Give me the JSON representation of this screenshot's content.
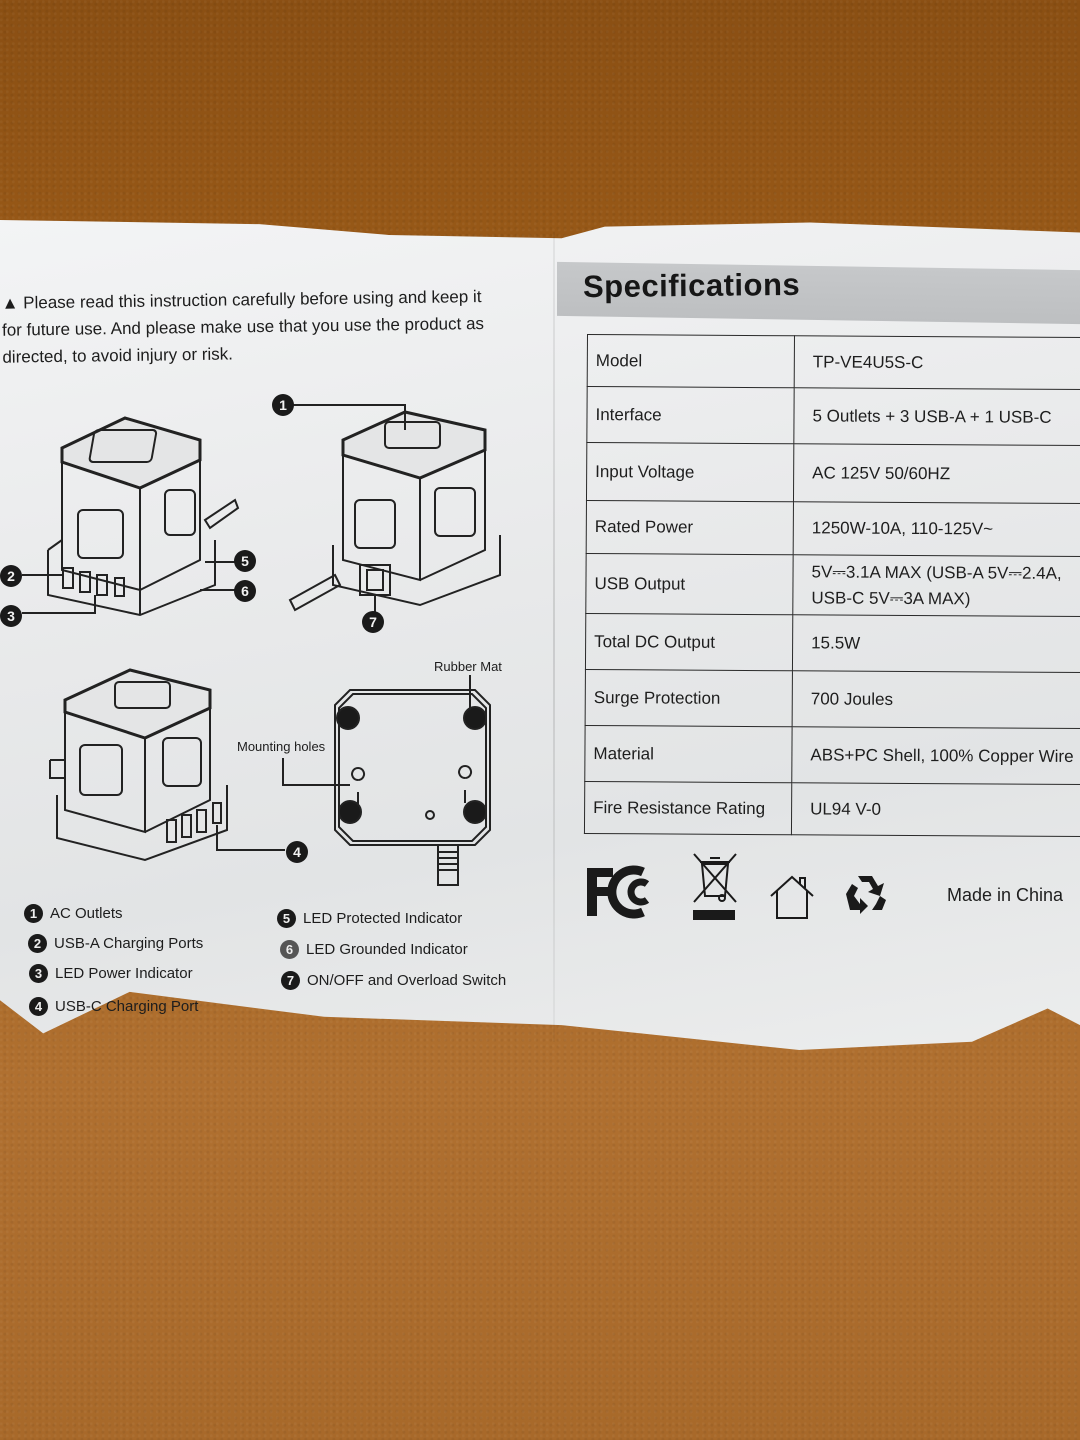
{
  "intro": {
    "warning_icon": "triangle-warning-icon",
    "lines": [
      "▲ Please read this instruction carefully before using and keep it",
      "for future use. And please make use that you use the product as",
      " directed, to avoid injury or risk."
    ]
  },
  "diagrams": {
    "callouts": [
      "1",
      "2",
      "3",
      "4",
      "5",
      "6",
      "7"
    ],
    "labels": {
      "rubber_mat": "Rubber Mat",
      "mounting_holes": "Mounting holes"
    }
  },
  "legend": [
    {
      "num": "1",
      "label": "AC Outlets"
    },
    {
      "num": "2",
      "label": "USB-A Charging Ports"
    },
    {
      "num": "3",
      "label": "LED Power Indicator"
    },
    {
      "num": "4",
      "label": "USB-C Charging Port"
    },
    {
      "num": "5",
      "label": "LED Protected Indicator"
    },
    {
      "num": "6",
      "label": "LED Grounded Indicator"
    },
    {
      "num": "7",
      "label": "ON/OFF and Overload Switch"
    }
  ],
  "specifications": {
    "title": "Specifications",
    "rows": [
      {
        "key": "Model",
        "value": "TP-VE4U5S-C"
      },
      {
        "key": "Interface",
        "value": "5 Outlets + 3 USB-A + 1 USB-C"
      },
      {
        "key": "Input Voltage",
        "value": "AC 125V 50/60HZ"
      },
      {
        "key": "Rated Power",
        "value": "1250W-10A, 110-125V~"
      },
      {
        "key": "USB Output",
        "value": "5V⎓3.1A MAX (USB-A 5V⎓2.4A,",
        "value2": "USB-C 5V⎓3A MAX)"
      },
      {
        "key": "Total DC Output",
        "value": "15.5W"
      },
      {
        "key": "Surge Protection",
        "value": "700 Joules"
      },
      {
        "key": "Material",
        "value": "ABS+PC Shell, 100% Copper Wire"
      },
      {
        "key": "Fire Resistance Rating",
        "value": "UL94 V-0"
      }
    ]
  },
  "marks": {
    "icons": [
      "fcc-logo-icon",
      "weee-crossed-bin-icon",
      "house-indoor-use-icon",
      "recycle-icon"
    ],
    "made_in": "Made in China"
  },
  "colors": {
    "background_leather": "#9a5a18",
    "paper": "#e9eaeb",
    "spec_header_band": "#c2c4c6",
    "ink": "#1d1d1d"
  }
}
